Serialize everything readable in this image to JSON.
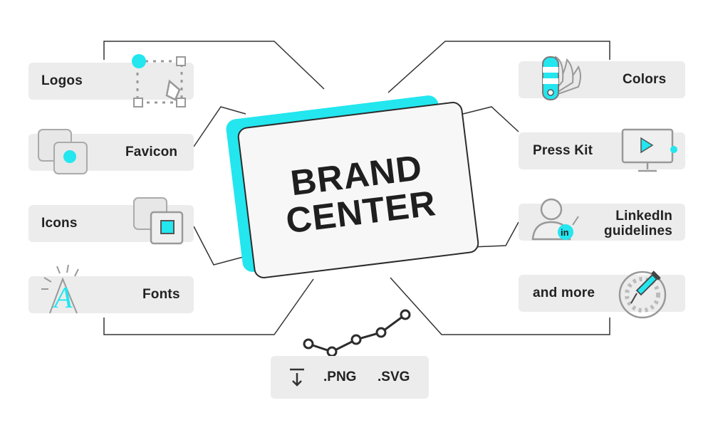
{
  "center": {
    "line1": "BRAND",
    "line2": "CENTER"
  },
  "left_items": [
    {
      "label": "Logos",
      "icon": "logo-frame-icon"
    },
    {
      "label": "Favicon",
      "icon": "favicon-icon"
    },
    {
      "label": "Icons",
      "icon": "icon-squares-icon"
    },
    {
      "label": "Fonts",
      "icon": "font-letter-icon"
    }
  ],
  "right_items": [
    {
      "label": "Colors",
      "icon": "color-swatch-icon"
    },
    {
      "label": "Press Kit",
      "icon": "monitor-icon"
    },
    {
      "label_line1": "LinkedIn",
      "label_line2": "guidelines",
      "icon": "linkedin-user-icon"
    },
    {
      "label": "and more",
      "icon": "color-picker-icon"
    }
  ],
  "download": {
    "formats": [
      ".PNG",
      ".SVG"
    ],
    "icon": "download-icon"
  },
  "colors": {
    "accent": "#23e6ef",
    "pill": "#ececec",
    "text": "#222222",
    "line": "#2c2c2c"
  }
}
